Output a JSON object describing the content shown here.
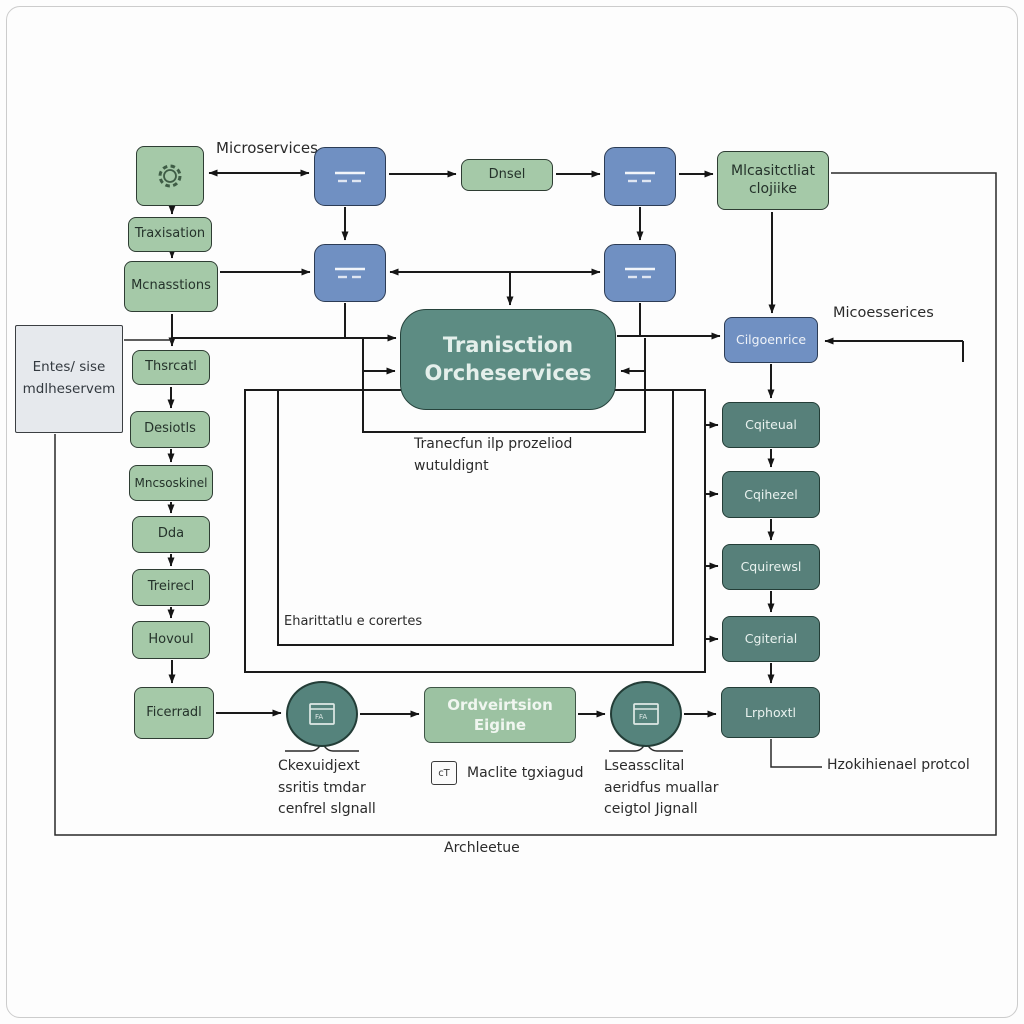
{
  "colors": {
    "green_box": "#a5c9a8",
    "blue_box": "#7090c2",
    "teal_box": "#57807a",
    "teal_center_box": "#5d8c83",
    "engine_box": "#9cc2a2",
    "panel_box": "#e6e9ed",
    "line": "#1a1a1a",
    "background": "#fdfdfd"
  },
  "boxes": {
    "traxisation": "Traxisation",
    "mcnasstions": "Mcnasstions",
    "thsrcatl": "Thsrcatl",
    "desiotls": "Desiotls",
    "mncsoskinel": "Mncsoskinel",
    "dda": "Dda",
    "treirecl": "Treirecl",
    "hovoul": "Hovoul",
    "ficerradl": "Ficerradl",
    "dnsel": "Dnsel",
    "mlcas_line1": "Mlcasitctliat",
    "mlcas_line2": "clojiike",
    "transaction_line1": "Tranisction",
    "transaction_line2": "Orcheservices",
    "cilgoenrice": "Cilgoenrice",
    "cqiteual": "Cqiteual",
    "cqihezel": "Cqihezel",
    "cquirewsl": "Cquirewsl",
    "cgiterial": "Cgiterial",
    "lrphoxtl": "Lrphoxtl",
    "engine_line1": "Ordveirtsion",
    "engine_line2": "Eigine",
    "entes_line1": "Entes/ sise",
    "entes_line2": "mdlheservem"
  },
  "labels": {
    "microservices_top": "Microservices",
    "microservices_right": "Micoesserices",
    "transaction_note_line1": "Tranecfun ilp prozeliod",
    "transaction_note_line2": "wutuldignt",
    "inner_rect_note": "Eharittatlu e corertes",
    "protocol_note": "Hzokihienael protcol",
    "diagram_caption": "Archleetue",
    "engine_note": "Maclite tgxiagud",
    "engine_note_icon": "cT",
    "left_ellipse_note_line1": "Ckexuidjext",
    "left_ellipse_note_line2": "ssritis tmdar",
    "left_ellipse_note_line3": "cenfrel slgnall",
    "right_ellipse_note_line1": "Lseassclital",
    "right_ellipse_note_line2": "aeridfus muallar",
    "right_ellipse_note_line3": "ceigtol Jignall"
  }
}
